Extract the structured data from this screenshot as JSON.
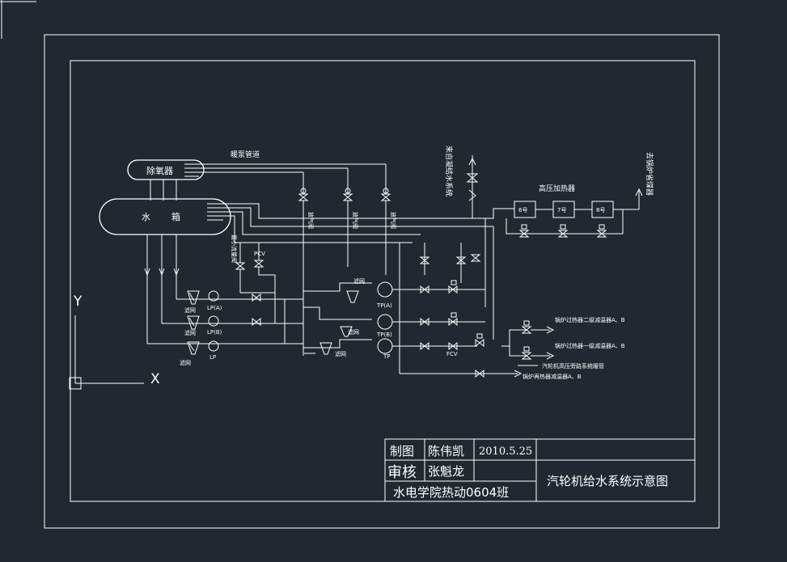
{
  "colors": {
    "background": "#212830",
    "line": "#ffffff"
  },
  "tanks": {
    "deaerator": "除氧器",
    "water_tank_left": "水",
    "water_tank_right": "箱"
  },
  "labels": {
    "warmup_pipe": "暖泵管道",
    "vent_valve": "放气阀",
    "condensate_source": "来自凝结水系统",
    "hp_heater_title": "高压加热器",
    "heater_6": "6号",
    "heater_7": "7号",
    "heater_8": "8号",
    "to_economizer": "去锅炉省煤器",
    "min_flow_valve": "最小流量阀",
    "pcv": "PCV",
    "filter": "滤网",
    "lp_a": "LP(A)",
    "lp_b": "LP(B)",
    "lp": "LP",
    "tp_a": "TP(A)",
    "tp_b": "TP(B)",
    "tp": "TP",
    "fcv": "FCV",
    "sh2": "锅炉过热器二级减温器A、B",
    "sh1": "锅炉过热器一级减温器A、B",
    "hp_bypass": "汽轮机高压旁路系统暖管",
    "reheater": "锅炉再热器减温器A、B"
  },
  "axis_icon": {
    "y": "Y",
    "x": "X"
  },
  "title_block": {
    "drawn_label": "制图",
    "drawn_name": "陈伟凯",
    "date": "2010.5.25",
    "check_label": "审核",
    "check_name": "张魁龙",
    "org": "水电学院热动0604班",
    "title": "汽轮机给水系统示意图"
  }
}
